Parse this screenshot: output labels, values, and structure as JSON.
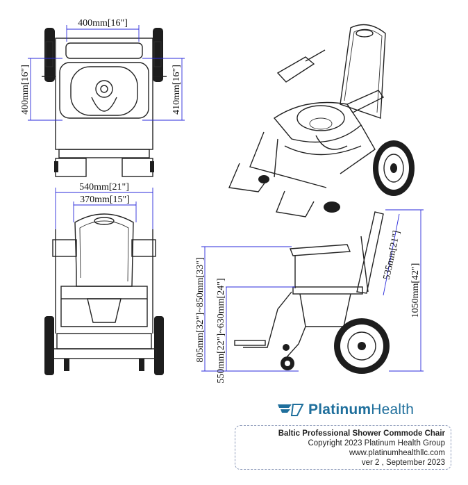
{
  "dimensions": {
    "top_width": "400mm[16\"]",
    "left_depth": "400mm[16\"]",
    "right_depth": "410mm[16\"]",
    "overall_width": "540mm[21\"]",
    "back_width": "370mm[15\"]",
    "armrest_height": "805mm[32\"]~850mm[33\"]",
    "seat_height": "550mm[22\"]~630mm[24\"]",
    "backrest_height": "535mm[21\"]",
    "overall_height": "1050mm[42\"]"
  },
  "brand": {
    "name_bold": "Platinum",
    "name_light": "Health",
    "colors": {
      "primary": "#1f6f9c",
      "dimension_line": "#2a2adb"
    }
  },
  "info": {
    "product": "Baltic Professional Shower Commode Chair",
    "copyright": "Copyright 2023 Platinum Health Group",
    "website": "www.platinumhealthllc.com",
    "version": "ver 2 , September 2023"
  }
}
